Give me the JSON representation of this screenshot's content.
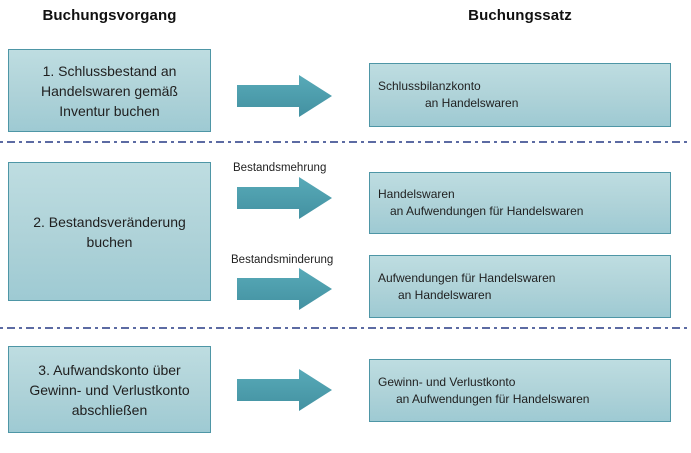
{
  "headers": {
    "left": "Buchungsvorgang",
    "right": "Buchungssatz"
  },
  "rows": [
    {
      "process_lines": [
        "1. Schlussbestand an",
        "Handelswaren gemäß",
        "Inventur buchen"
      ],
      "entries": [
        {
          "debit": "Schlussbilanzkonto",
          "credit": "an Handelswaren"
        }
      ]
    },
    {
      "process_lines": [
        "2. Bestandsveränderung",
        "buchen"
      ],
      "arrows": [
        {
          "label": "Bestandsmehrung"
        },
        {
          "label": "Bestandsminderung"
        }
      ],
      "entries": [
        {
          "debit": "Handelswaren",
          "credit": "an Aufwendungen für Handelswaren"
        },
        {
          "debit": "Aufwendungen für Handelswaren",
          "credit": "an Handelswaren"
        }
      ]
    },
    {
      "process_lines": [
        "3. Aufwandskonto über",
        "Gewinn- und Verlustkonto",
        "abschließen"
      ],
      "entries": [
        {
          "debit": "Gewinn- und Verlustkonto",
          "credit": "an Aufwendungen für Handelswaren"
        }
      ]
    }
  ],
  "colors": {
    "box_fill_top": "#bedde1",
    "box_fill_bottom": "#9ecad3",
    "box_border": "#4e96a6",
    "arrow_light": "#58aab8",
    "arrow_dark": "#4391a1",
    "separator": "#5c6ba3",
    "text": "#1f1f1f"
  }
}
